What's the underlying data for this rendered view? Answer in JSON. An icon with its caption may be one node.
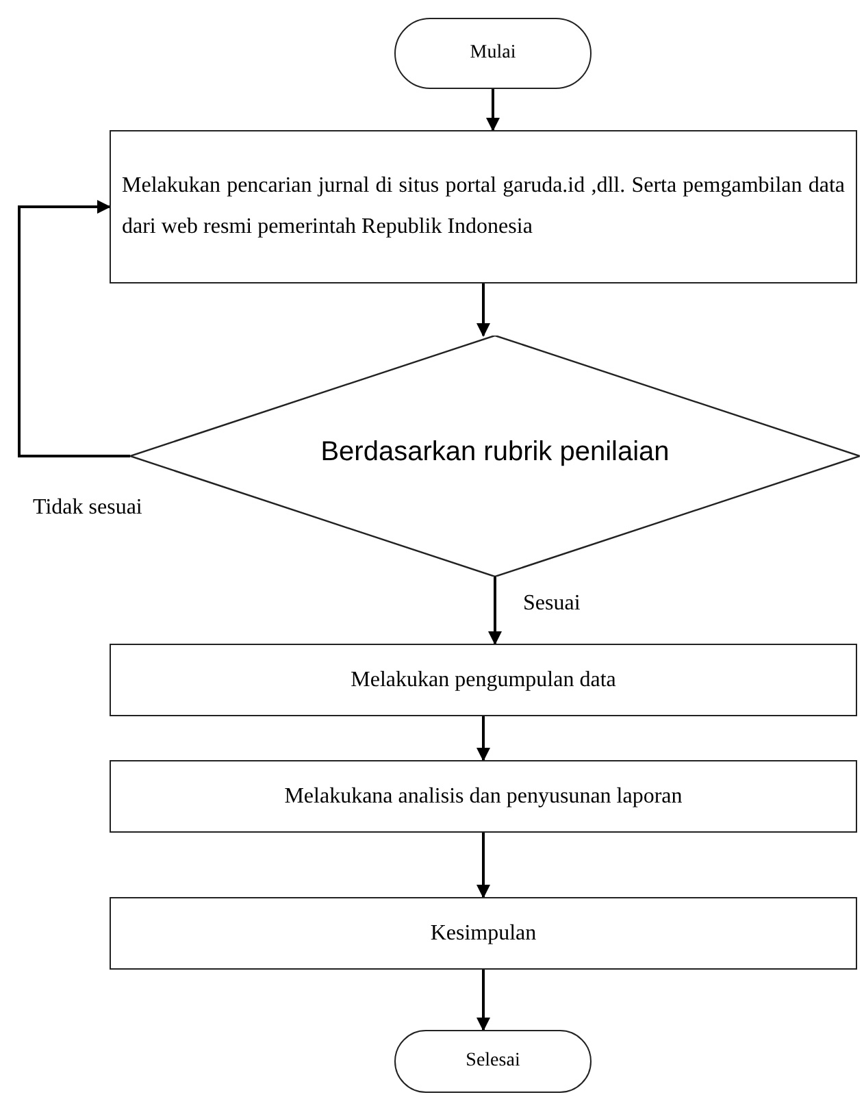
{
  "diagram": {
    "nodes": [
      {
        "text": [
          "Mulai"
        ]
      },
      {
        "text": [
          "Melakukan pencarian jurnal di situs portal garuda.id ,dll. Serta pemgambilan data dari web resmi pemerintah Republik Indonesia"
        ]
      },
      {
        "text": [
          "Berdasarkan rubrik penilaian"
        ]
      },
      {
        "text": [
          "Melakukan pengumpulan data"
        ]
      },
      {
        "text": [
          "Melakukana analisis dan penyusunan laporan"
        ]
      },
      {
        "text": [
          "Kesimpulan"
        ]
      },
      {
        "text": [
          "Selesai"
        ]
      }
    ],
    "edges": [
      {
        "from": 0,
        "to": 1,
        "arrow": "to"
      },
      {
        "from": 1,
        "to": 2,
        "arrow": "to"
      },
      {
        "from": 2,
        "to": 1,
        "arrow": "to",
        "label": "Tidak sesuai"
      },
      {
        "from": 2,
        "to": 3,
        "arrow": "to",
        "label": "Sesuai"
      },
      {
        "from": 3,
        "to": 4,
        "arrow": "to"
      },
      {
        "from": 4,
        "to": 5,
        "arrow": "to"
      },
      {
        "from": 5,
        "to": 6,
        "arrow": "to"
      }
    ]
  }
}
